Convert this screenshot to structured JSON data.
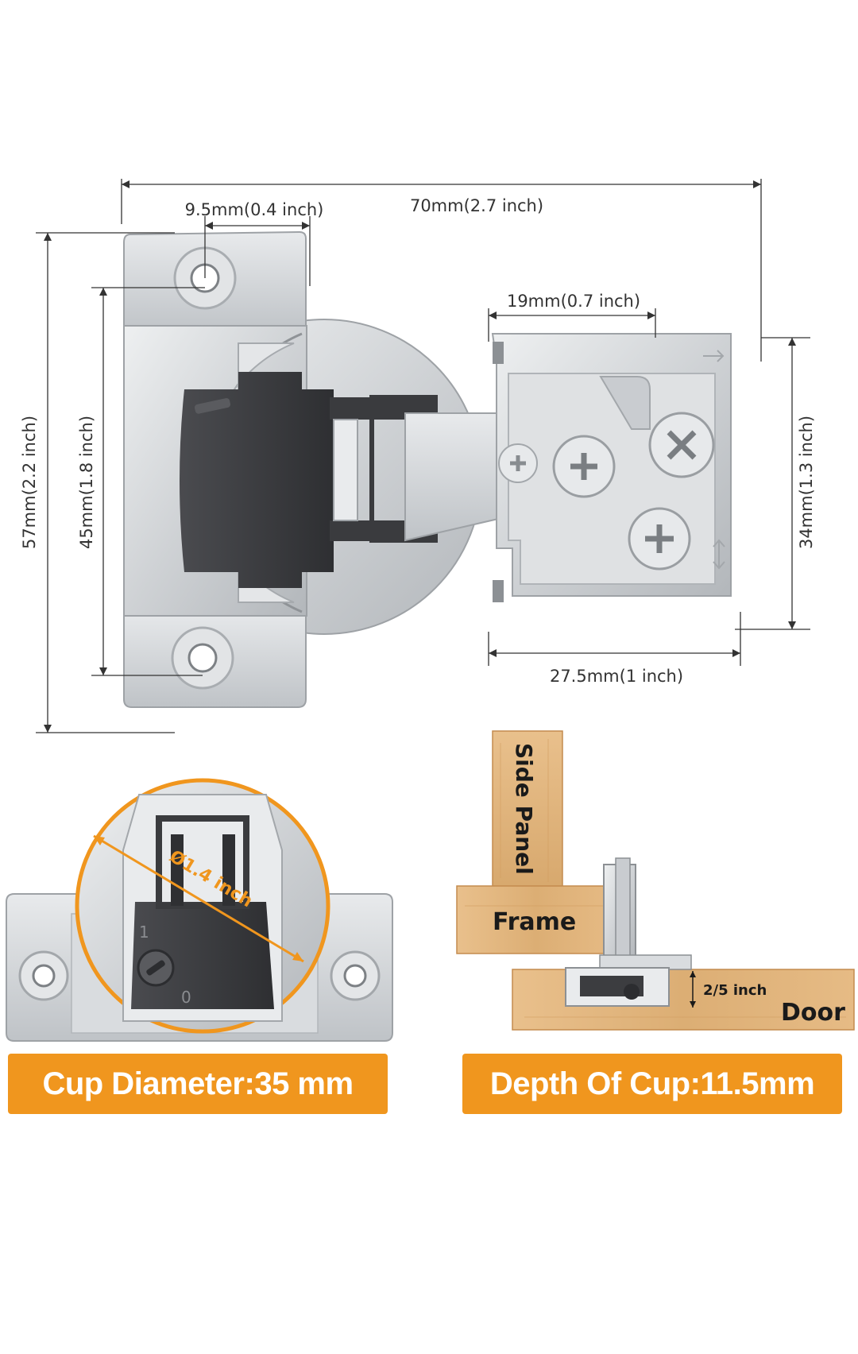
{
  "colors": {
    "accent": "#f0961e",
    "metal": "#d4d6d8",
    "metal_dark": "#9ea2a6",
    "mechanism": "#3c3d40",
    "wood": "#e3b47a",
    "wood_dark": "#c48b4e",
    "dimension_line": "#333333"
  },
  "dimensions": {
    "overall_width": "70mm(2.7 inch)",
    "hole_offset": "9.5mm(0.4 inch)",
    "plate_width": "19mm(0.7 inch)",
    "overall_height": "57mm(2.2 inch)",
    "hole_spacing": "45mm(1.8 inch)",
    "plate_height": "34mm(1.3 inch)",
    "plate_depth": "27.5mm(1 inch)"
  },
  "detail": {
    "cup_diameter_label": "Ø1.4 inch",
    "adjust_mark_1": "1",
    "adjust_mark_0": "0"
  },
  "install": {
    "side_panel": "Side Panel",
    "frame": "Frame",
    "door": "Door",
    "gap": "2/5 inch"
  },
  "banners": {
    "cup_diameter": "Cup Diameter:35 mm",
    "cup_depth": "Depth Of Cup:11.5mm"
  }
}
